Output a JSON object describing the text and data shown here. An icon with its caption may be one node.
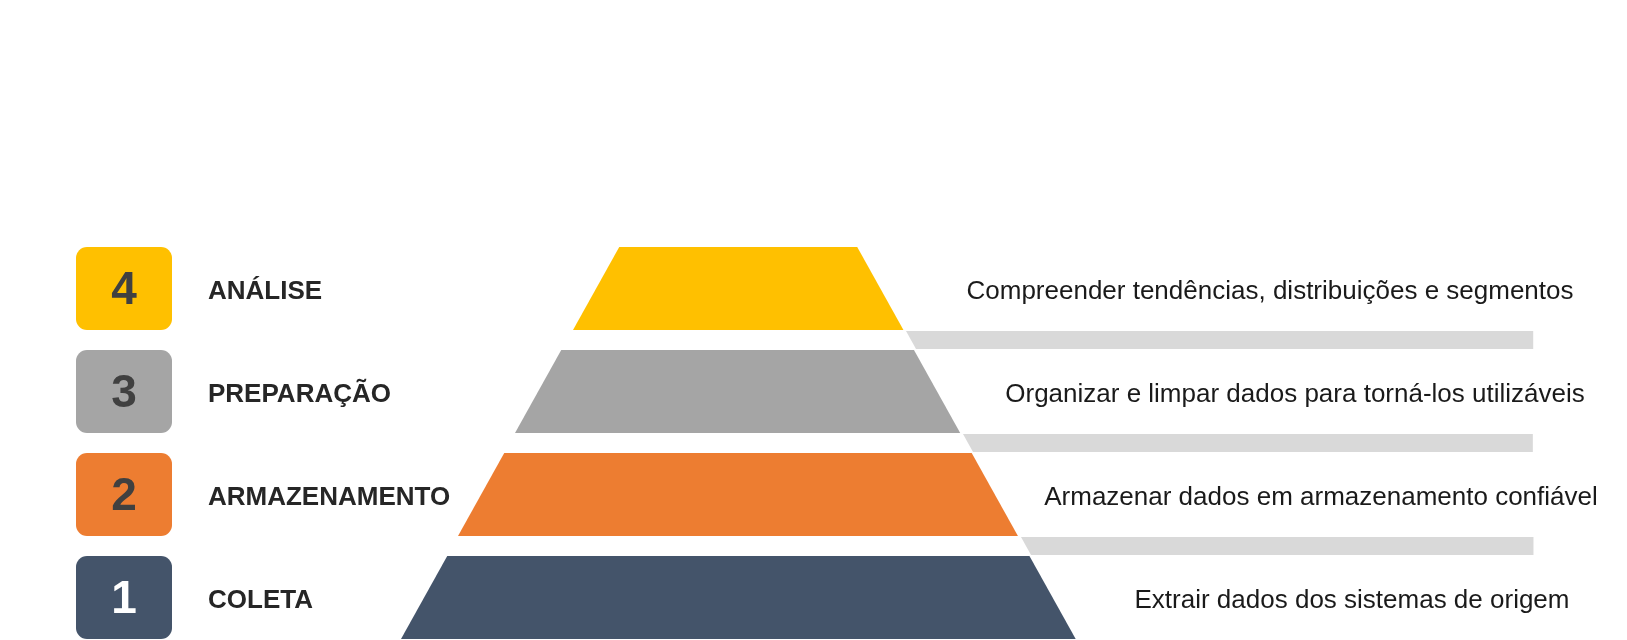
{
  "diagram": {
    "nodes": [
      {
        "text": [
          "4"
        ]
      },
      {
        "text": [],
        "shape": "trapezoid"
      },
      {
        "text": [],
        "shape": "bar"
      },
      {
        "text": [
          "3"
        ]
      },
      {
        "text": [],
        "shape": "trapezoid"
      },
      {
        "text": [],
        "shape": "bar"
      },
      {
        "text": [
          "2"
        ]
      },
      {
        "text": [],
        "shape": "trapezoid"
      },
      {
        "text": [],
        "shape": "bar"
      },
      {
        "text": [
          "1"
        ]
      },
      {
        "text": [],
        "shape": "trapezoid"
      }
    ],
    "labels": [
      "ANÁLISE",
      "Compreender tendências, distribuições e segmentos",
      "PREPARAÇÃO",
      "Organizar e limpar dados para torná-los utilizáveis",
      "ARMAZENAMENTO",
      "Armazenar dados em armazenamento confiável",
      "COLETA",
      "Extrair dados dos sistemas de origem"
    ]
  }
}
